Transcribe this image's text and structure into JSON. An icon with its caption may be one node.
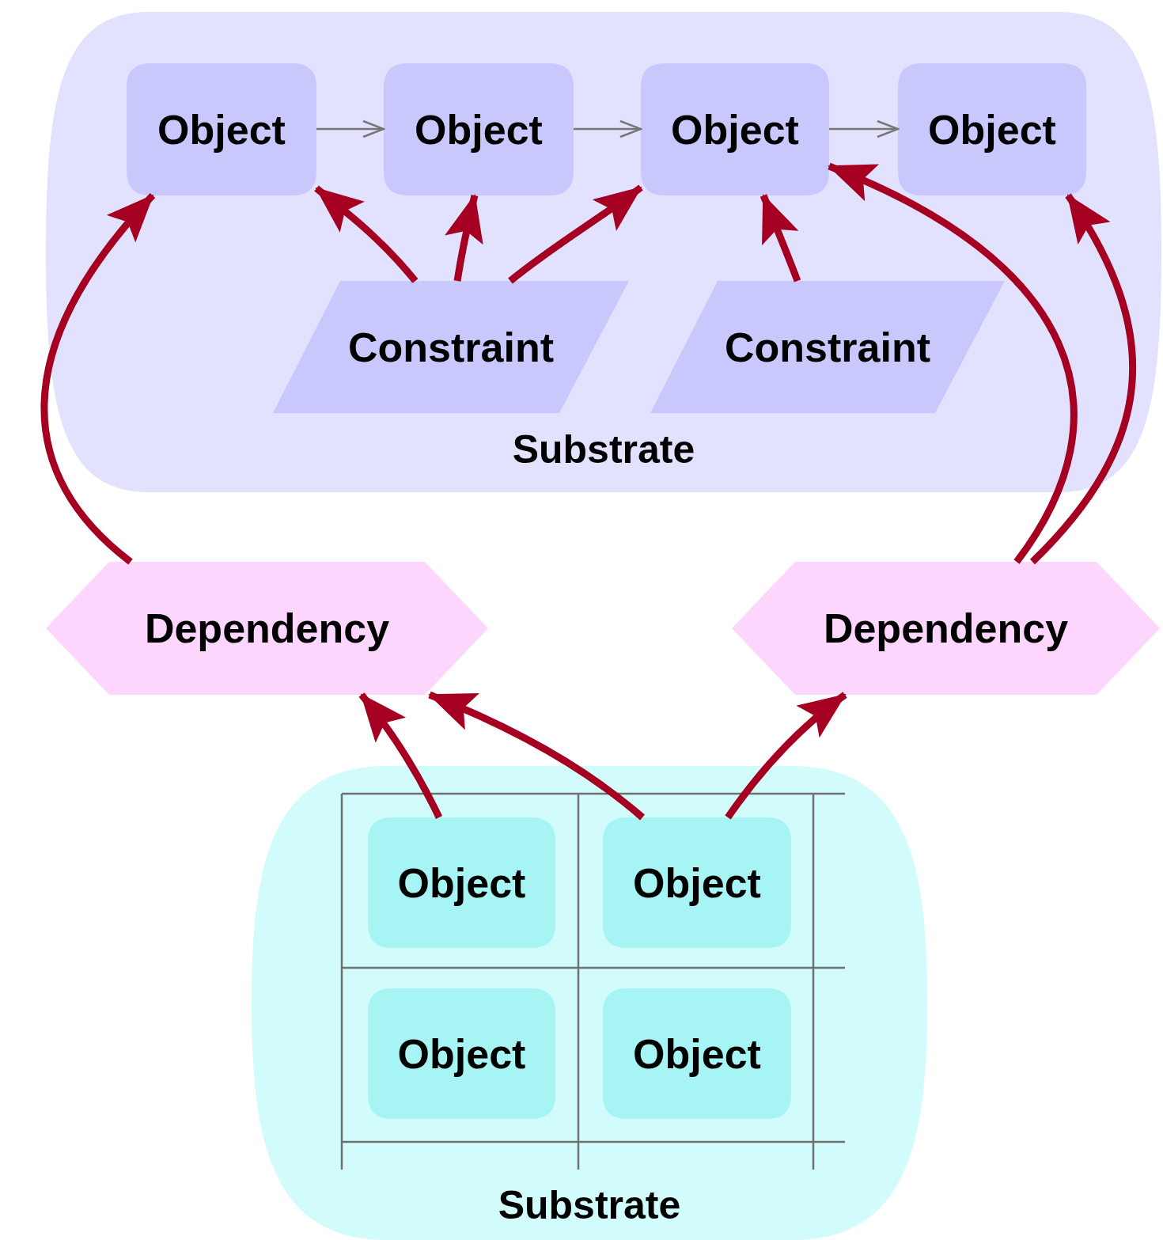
{
  "diagram": {
    "nodes": [
      {
        "text": [
          "Substrate"
        ]
      },
      {
        "text": [
          "Object"
        ],
        "in": 0
      },
      {
        "text": [
          "Object"
        ],
        "in": 0
      },
      {
        "text": [
          "Object"
        ],
        "in": 0
      },
      {
        "text": [
          "Object"
        ],
        "in": 0
      },
      {
        "text": [
          "Constraint"
        ],
        "in": 0
      },
      {
        "text": [
          "Constraint"
        ],
        "in": 0
      },
      {
        "text": [
          "Dependency"
        ]
      },
      {
        "text": [
          "Dependency"
        ]
      },
      {
        "text": [
          "Substrate"
        ]
      },
      {
        "text": [
          "Object"
        ],
        "in": 9
      },
      {
        "text": [
          "Object"
        ],
        "in": 9
      },
      {
        "text": [
          "Object"
        ],
        "in": 9
      },
      {
        "text": [
          "Object"
        ],
        "in": 9
      }
    ],
    "edges": [
      {
        "from": 1,
        "to": 2,
        "arrow": "to",
        "color": "#777777"
      },
      {
        "from": 2,
        "to": 3,
        "arrow": "to",
        "color": "#777777"
      },
      {
        "from": 3,
        "to": 4,
        "arrow": "to",
        "color": "#777777"
      },
      {
        "from": 5,
        "to": 1,
        "arrow": "to"
      },
      {
        "from": 5,
        "to": 2,
        "arrow": "to"
      },
      {
        "from": 5,
        "to": 3,
        "arrow": "to"
      },
      {
        "from": 6,
        "to": 3,
        "arrow": "to"
      },
      {
        "from": 7,
        "to": 1,
        "arrow": "to"
      },
      {
        "from": 8,
        "to": 3,
        "arrow": "to"
      },
      {
        "from": 8,
        "to": 4,
        "arrow": "to"
      },
      {
        "from": 10,
        "to": 7,
        "arrow": "to"
      },
      {
        "from": 11,
        "to": 7,
        "arrow": "to"
      },
      {
        "from": 11,
        "to": 8,
        "arrow": "to"
      }
    ]
  }
}
